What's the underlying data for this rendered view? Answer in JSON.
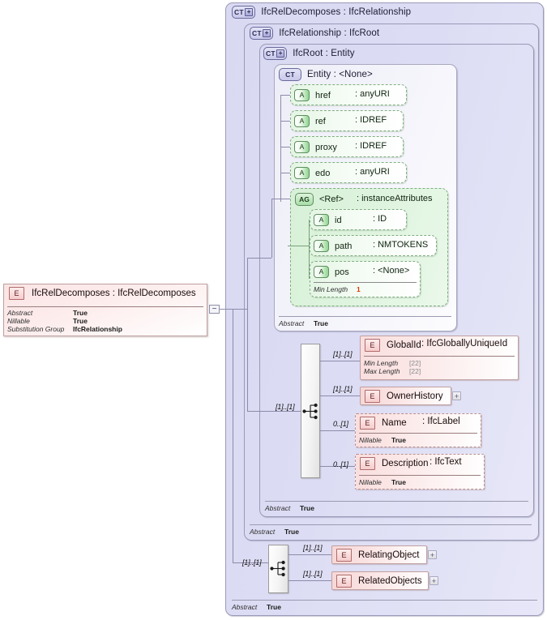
{
  "diagram": {
    "kind": "xsd-schema-diagram",
    "root_element": {
      "icon": "element-icon",
      "name": "IfcRelDecomposes",
      "type": ": IfcRelDecomposes",
      "properties": [
        {
          "label": "Abstract",
          "value": "True"
        },
        {
          "label": "Nillable",
          "value": "True"
        },
        {
          "label": "Substitution Group",
          "value": "IfcRelationship"
        }
      ]
    },
    "panels": [
      {
        "icon": "complextype-expand-icon",
        "icon_text": "CT",
        "has_plus": true,
        "title": "IfcRelDecomposes : IfcRelationship",
        "footer": {
          "label": "Abstract",
          "value": "True"
        }
      },
      {
        "icon": "complextype-expand-icon",
        "icon_text": "CT",
        "has_plus": true,
        "title": "IfcRelationship : IfcRoot",
        "footer": {
          "label": "Abstract",
          "value": "True"
        }
      },
      {
        "icon": "complextype-expand-icon",
        "icon_text": "CT",
        "has_plus": true,
        "title": "IfcRoot   : Entity",
        "footer": {
          "label": "Abstract",
          "value": "True"
        }
      },
      {
        "icon": "complextype-icon",
        "icon_text": "CT",
        "has_plus": false,
        "title": "Entity     : <None>",
        "footer": {
          "label": "Abstract",
          "value": "True"
        }
      }
    ],
    "attributes": [
      {
        "icon": "attribute-icon",
        "icon_text": "A",
        "name": "href",
        "type": ": anyURI"
      },
      {
        "icon": "attribute-icon",
        "icon_text": "A",
        "name": "ref",
        "type": ": IDREF"
      },
      {
        "icon": "attribute-icon",
        "icon_text": "A",
        "name": "proxy",
        "type": ": IDREF"
      },
      {
        "icon": "attribute-icon",
        "icon_text": "A",
        "name": "edo",
        "type": ": anyURI"
      }
    ],
    "attribute_group": {
      "icon": "attribute-group-icon",
      "icon_text": "AG",
      "name": "<Ref>",
      "type": ": instanceAttributes",
      "attributes": [
        {
          "icon": "attribute-icon",
          "icon_text": "A",
          "name": "id",
          "type": ": ID",
          "facets": []
        },
        {
          "icon": "attribute-icon",
          "icon_text": "A",
          "name": "path",
          "type": ": NMTOKENS",
          "facets": []
        },
        {
          "icon": "attribute-icon",
          "icon_text": "A",
          "name": "pos",
          "type": ": <None>",
          "facets": [
            {
              "label": "Min Length",
              "value": "1"
            }
          ]
        }
      ]
    },
    "sequence_root": {
      "icon": "sequence-icon",
      "children": [
        {
          "icon": "element-icon",
          "name": "GlobalId",
          "type": ": IfcGloballyUniqueId",
          "cardinality": "[1]..[1]",
          "optional": false,
          "expandable": false,
          "facets": [
            {
              "label": "Min Length",
              "value": "[22]"
            },
            {
              "label": "Max Length",
              "value": "[22]"
            }
          ]
        },
        {
          "icon": "element-icon",
          "name": "OwnerHistory",
          "type": "",
          "cardinality": "[1]..[1]",
          "optional": false,
          "expandable": true,
          "facets": []
        },
        {
          "icon": "element-icon",
          "name": "Name",
          "type": ": IfcLabel",
          "cardinality": "0..[1]",
          "optional": true,
          "expandable": false,
          "facets": [
            {
              "label": "Nillable",
              "value": "True"
            }
          ]
        },
        {
          "icon": "element-icon",
          "name": "Description",
          "type": ": IfcText",
          "cardinality": "0..[1]",
          "optional": true,
          "expandable": false,
          "facets": [
            {
              "label": "Nillable",
              "value": "True"
            }
          ]
        }
      ],
      "cardinality": "[1]..[1]"
    },
    "sequence_bottom": {
      "icon": "sequence-icon",
      "cardinality": "[1]..[1]",
      "children": [
        {
          "icon": "element-icon",
          "name": "RelatingObject",
          "type": "",
          "cardinality": "[1]..[1]",
          "expandable": true
        },
        {
          "icon": "element-icon",
          "name": "RelatedObjects",
          "type": "",
          "cardinality": "[1]..[1]",
          "expandable": true
        }
      ]
    },
    "colors": {
      "panel_bg": "#dcdcf4",
      "attribute_bg": "#e4f5e4",
      "element_bg": "#f9dede",
      "facet_accent": "#d43a00",
      "line": "#8c8cab"
    }
  }
}
